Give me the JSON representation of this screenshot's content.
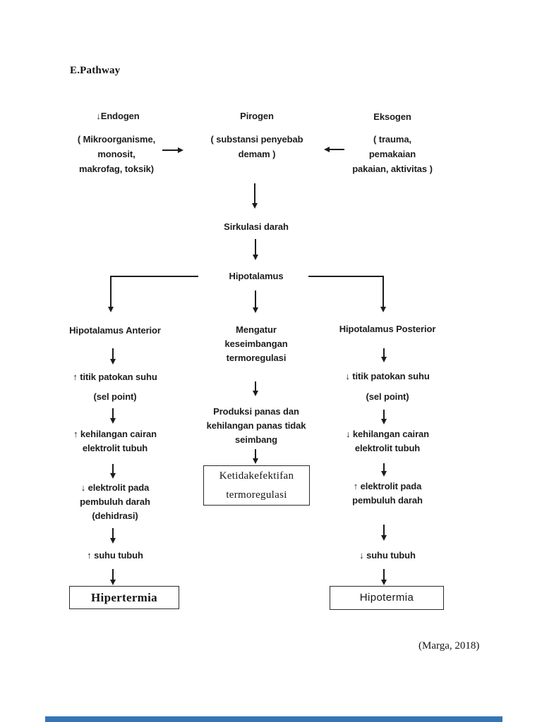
{
  "page": {
    "title": "E.Pathway",
    "citation": "(Marga, 2018)",
    "ink_color": "#1c1c1c",
    "accent_blue": "#3575b5"
  },
  "sources": {
    "endogen": {
      "title": "↓Endogen",
      "body": "( Mikroorganisme,\nmonosit,\nmakrofag, toksik)"
    },
    "pirogen": {
      "title": "Pirogen",
      "body": "( substansi penyebab\ndemam )"
    },
    "eksogen": {
      "title": "Eksogen",
      "body": "( trauma,\npemakaian\npakaian, aktivitas )"
    }
  },
  "chain": {
    "sirkulasi": "Sirkulasi darah",
    "hipotalamus": "Hipotalamus"
  },
  "left_branch": {
    "header": "Hipotalamus Anterior",
    "step1": "↑ titik patokan suhu",
    "step1_sub": "(sel point)",
    "step2": "↑ kehilangan cairan\nelektrolit tubuh",
    "step3": "↓ elektrolit pada\npembuluh darah\n(dehidrasi)",
    "step4": "↑ suhu tubuh",
    "outcome": "Hipertermia"
  },
  "middle_branch": {
    "header": "Mengatur\nkeseimbangan\ntermoregulasi",
    "step1": "Produksi panas dan\nkehilangan panas tidak\nseimbang",
    "outcome": "Ketidakefektifan\ntermoregulasi"
  },
  "right_branch": {
    "header": "Hipotalamus Posterior",
    "step1": "↓ titik patokan suhu",
    "step1_sub": "(sel point)",
    "step2": "↓ kehilangan cairan\nelektrolit tubuh",
    "step3": "↑  elektrolit pada\npembuluh darah",
    "step4": "↓ suhu tubuh",
    "outcome": "Hipotermia"
  }
}
